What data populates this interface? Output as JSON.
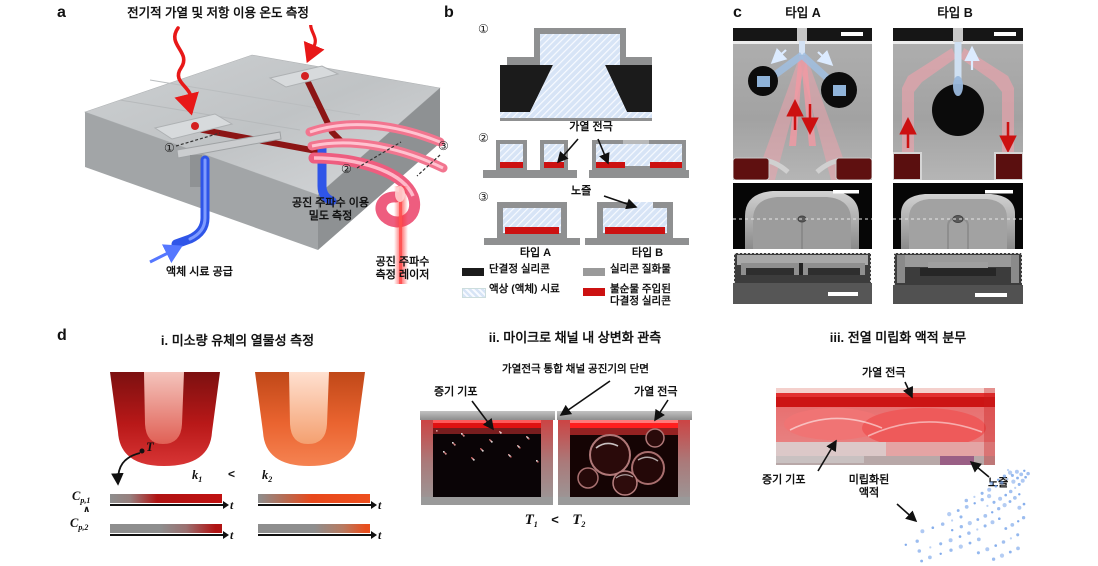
{
  "panel_a": {
    "label": "a",
    "title": "전기적 가열 및 저항 이용 온도 측정",
    "density_label": "공진 주파수 이용\n밀도 측정",
    "supply_label": "액체 시료 공급",
    "laser_label": "공진 주파수\n측정 레이저",
    "marker_1": "①",
    "marker_2": "②",
    "marker_3": "③"
  },
  "panel_b": {
    "label": "b",
    "step_1": "①",
    "step_2": "②",
    "step_3": "③",
    "heater_label": "가열 전극",
    "nozzle_label": "노즐",
    "type_a_label": "타입 A",
    "type_b_label": "타입 B",
    "legend": [
      {
        "label": "단결정 실리콘",
        "swatch": "black"
      },
      {
        "label": "실리콘 질화물",
        "swatch": "gray"
      },
      {
        "label": "액상 (액체) 시료",
        "swatch": "hatch"
      },
      {
        "label": "불순물 주입된\n다결정 실리콘",
        "swatch": "red"
      }
    ]
  },
  "panel_c": {
    "label": "c",
    "type_a_label": "타입 A",
    "type_b_label": "타입 B"
  },
  "panel_d": {
    "label": "d",
    "i": {
      "title": "i. 미소량 유체의 열물성 측정",
      "temp": "T",
      "k_base": "k",
      "k1_sub": "1",
      "k2_sub": "2",
      "lt": "<",
      "cp_base": "C",
      "cp1_sub": "p,1",
      "cp2_sub": "p,2",
      "caret": "∧",
      "t": "t"
    },
    "ii": {
      "title": "ii. 마이크로 채널 내 상변화 관측",
      "section_label": "가열전극 통합 채널 공진기의 단면",
      "bubble_label": "증기 기포",
      "heater_label": "가열 전극",
      "t_base": "T",
      "t1_sub": "1",
      "t2_sub": "2",
      "lt": "<"
    },
    "iii": {
      "title": "iii. 전열 미립화 액적 분무",
      "heater_label": "가열 전극",
      "bubble_label": "증기 기포",
      "droplet_label": "미립화된\n액적",
      "nozzle_label": "노즐"
    }
  },
  "colors": {
    "accent_red": "#cc1111",
    "sample_fill_blue": "#d7e4f6",
    "overlay_pink": "#f2a0b0",
    "droplet_blue": "#6b9ce8"
  }
}
